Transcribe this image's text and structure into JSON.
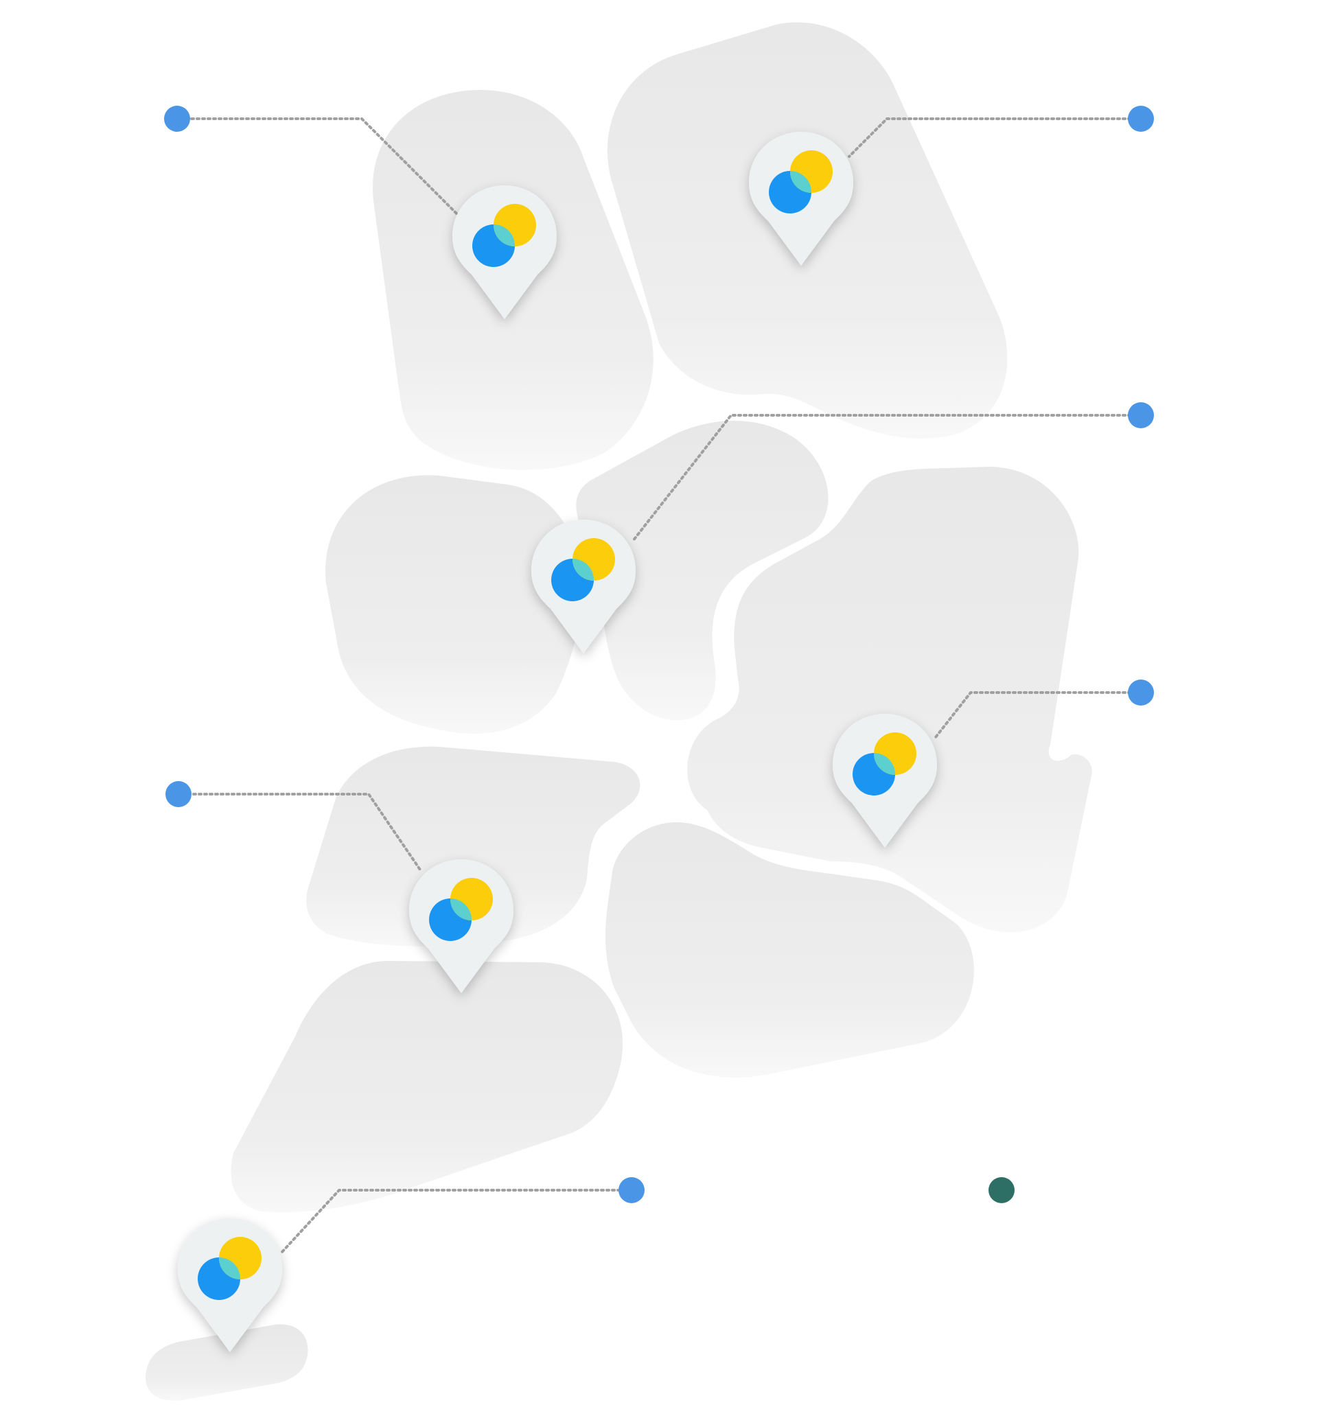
{
  "colors": {
    "background": "#ffffff",
    "region_top": "#e8e8e8",
    "region_bottom": "#f6f6f6",
    "marker_body": "#eef1f1",
    "marker_shadow": "#000000",
    "logo_blue": "#1a96f2",
    "logo_yellow": "#fbcd0b",
    "logo_overlap": "#5cd0cf",
    "connector_line": "#a0a0a0",
    "endpoint_dot": "#4a95e5",
    "endpoint_dot_alt": "#2e6f65"
  },
  "icons": {
    "location_marker": "map-pin-icon",
    "logo": "overlapping-circles-logo-icon",
    "endpoint": "dot-icon"
  },
  "map": {
    "region_count": 10,
    "markers": [
      {
        "id": "marker-1",
        "connected_to": "dot-1"
      },
      {
        "id": "marker-2",
        "connected_to": "dot-2"
      },
      {
        "id": "marker-3",
        "connected_to": "dot-3"
      },
      {
        "id": "marker-4",
        "connected_to": "dot-4"
      },
      {
        "id": "marker-5",
        "connected_to": "dot-5"
      },
      {
        "id": "marker-6",
        "connected_to": "dot-6"
      }
    ],
    "extra_dot": {
      "id": "dot-7",
      "color": "#2e6f65"
    }
  }
}
